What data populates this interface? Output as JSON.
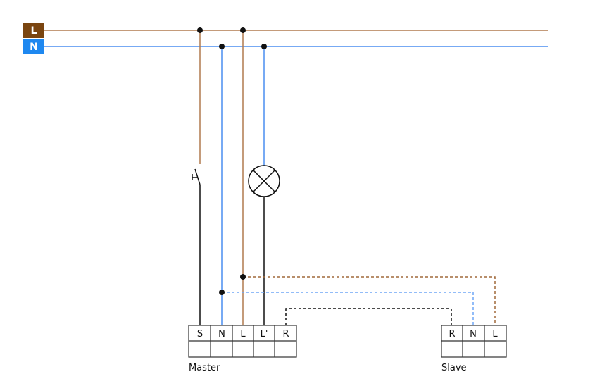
{
  "bus": {
    "live_label": "L",
    "neutral_label": "N",
    "live_color": "#7a4510",
    "neutral_color": "#1e88f0"
  },
  "wire_colors": {
    "live": "#b07a4e",
    "neutral": "#4a8ef0",
    "switched": "#111111"
  },
  "master": {
    "label": "Master",
    "terminals": [
      "S",
      "N",
      "L",
      "L'",
      "R"
    ]
  },
  "slave": {
    "label": "Slave",
    "terminals": [
      "R",
      "N",
      "L"
    ]
  }
}
